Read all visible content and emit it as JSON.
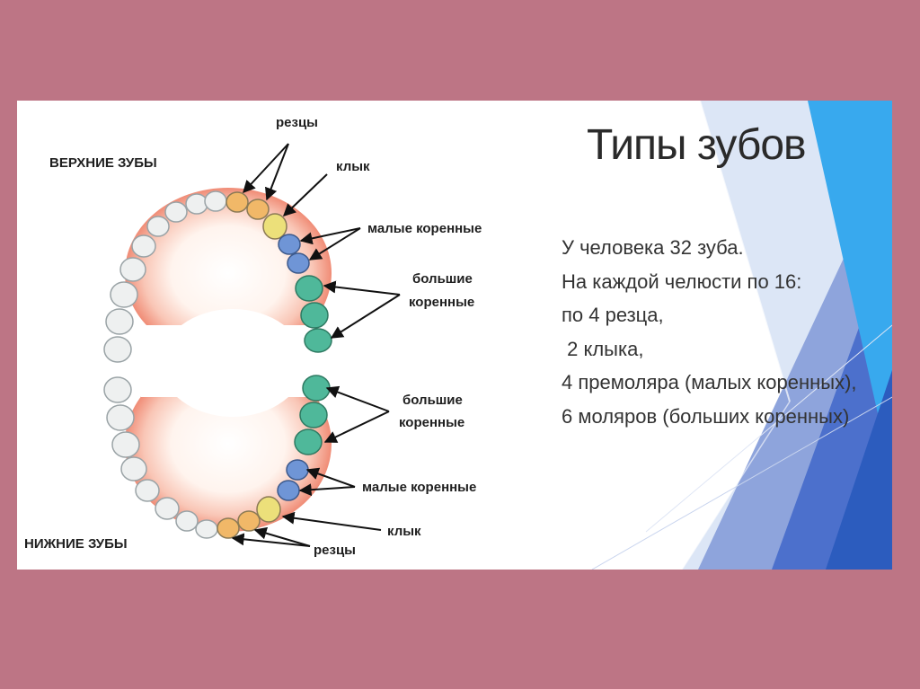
{
  "slide": {
    "title": "Типы зубов",
    "lines": [
      "У человека 32 зуба.",
      "На каждой челюсти по 16:",
      "по 4 резца,",
      " 2 клыка,",
      "4 премоляра (малых коренных),",
      "6 моляров (больших коренных)"
    ]
  },
  "diagram": {
    "upper_jaw_label": "ВЕРХНИЕ ЗУБЫ",
    "lower_jaw_label": "НИЖНИЕ ЗУБЫ",
    "upper": {
      "incisors": "резцы",
      "canine": "клык",
      "premolars": "малые коренные",
      "molars_line1": "большие",
      "molars_line2": "коренные"
    },
    "lower": {
      "molars_line1": "большие",
      "molars_line2": "коренные",
      "premolars": "малые коренные",
      "canine": "клык",
      "incisors": "резцы"
    }
  },
  "colors": {
    "frame": "#bd7585",
    "incisor": "#f1b868",
    "canine": "#ece07a",
    "premolar": "#6f95d6",
    "molar": "#4fb89a",
    "other_teeth": "#eef0f0",
    "gum": "#f4a28c",
    "accent_blue": "#2a8fe0"
  }
}
